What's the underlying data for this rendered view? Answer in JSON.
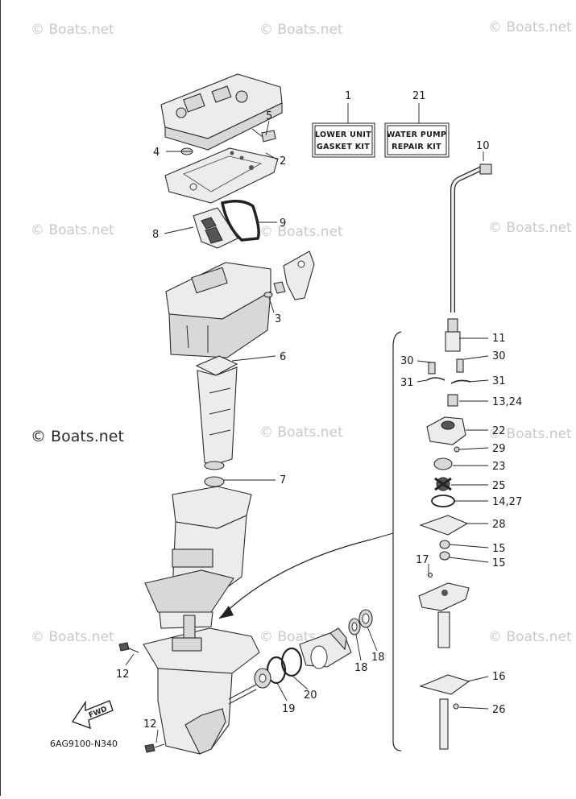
{
  "watermark": "© Boats.net",
  "diagram_code": "6AG9100-N340",
  "kits": {
    "lower_unit": {
      "number": "1",
      "line1": "LOWER UNIT",
      "line2": "GASKET KIT"
    },
    "water_pump": {
      "number": "21",
      "line1": "WATER PUMP",
      "line2": "REPAIR KIT"
    }
  },
  "fwd_label": "FWD",
  "callouts": {
    "p2": "2",
    "p3": "3",
    "p4": "4",
    "p5": "5",
    "p6": "6",
    "p7": "7",
    "p8": "8",
    "p9": "9",
    "p10": "10",
    "p11": "11",
    "p12a": "12",
    "p12b": "12",
    "p13_24": "13,24",
    "p14_27": "14,27",
    "p15a": "15",
    "p15b": "15",
    "p16": "16",
    "p17": "17",
    "p18a": "18",
    "p18b": "18",
    "p19": "19",
    "p20": "20",
    "p22": "22",
    "p23": "23",
    "p25": "25",
    "p26": "26",
    "p28": "28",
    "p29": "29",
    "p30a": "30",
    "p30b": "30",
    "p31a": "31",
    "p31b": "31"
  }
}
